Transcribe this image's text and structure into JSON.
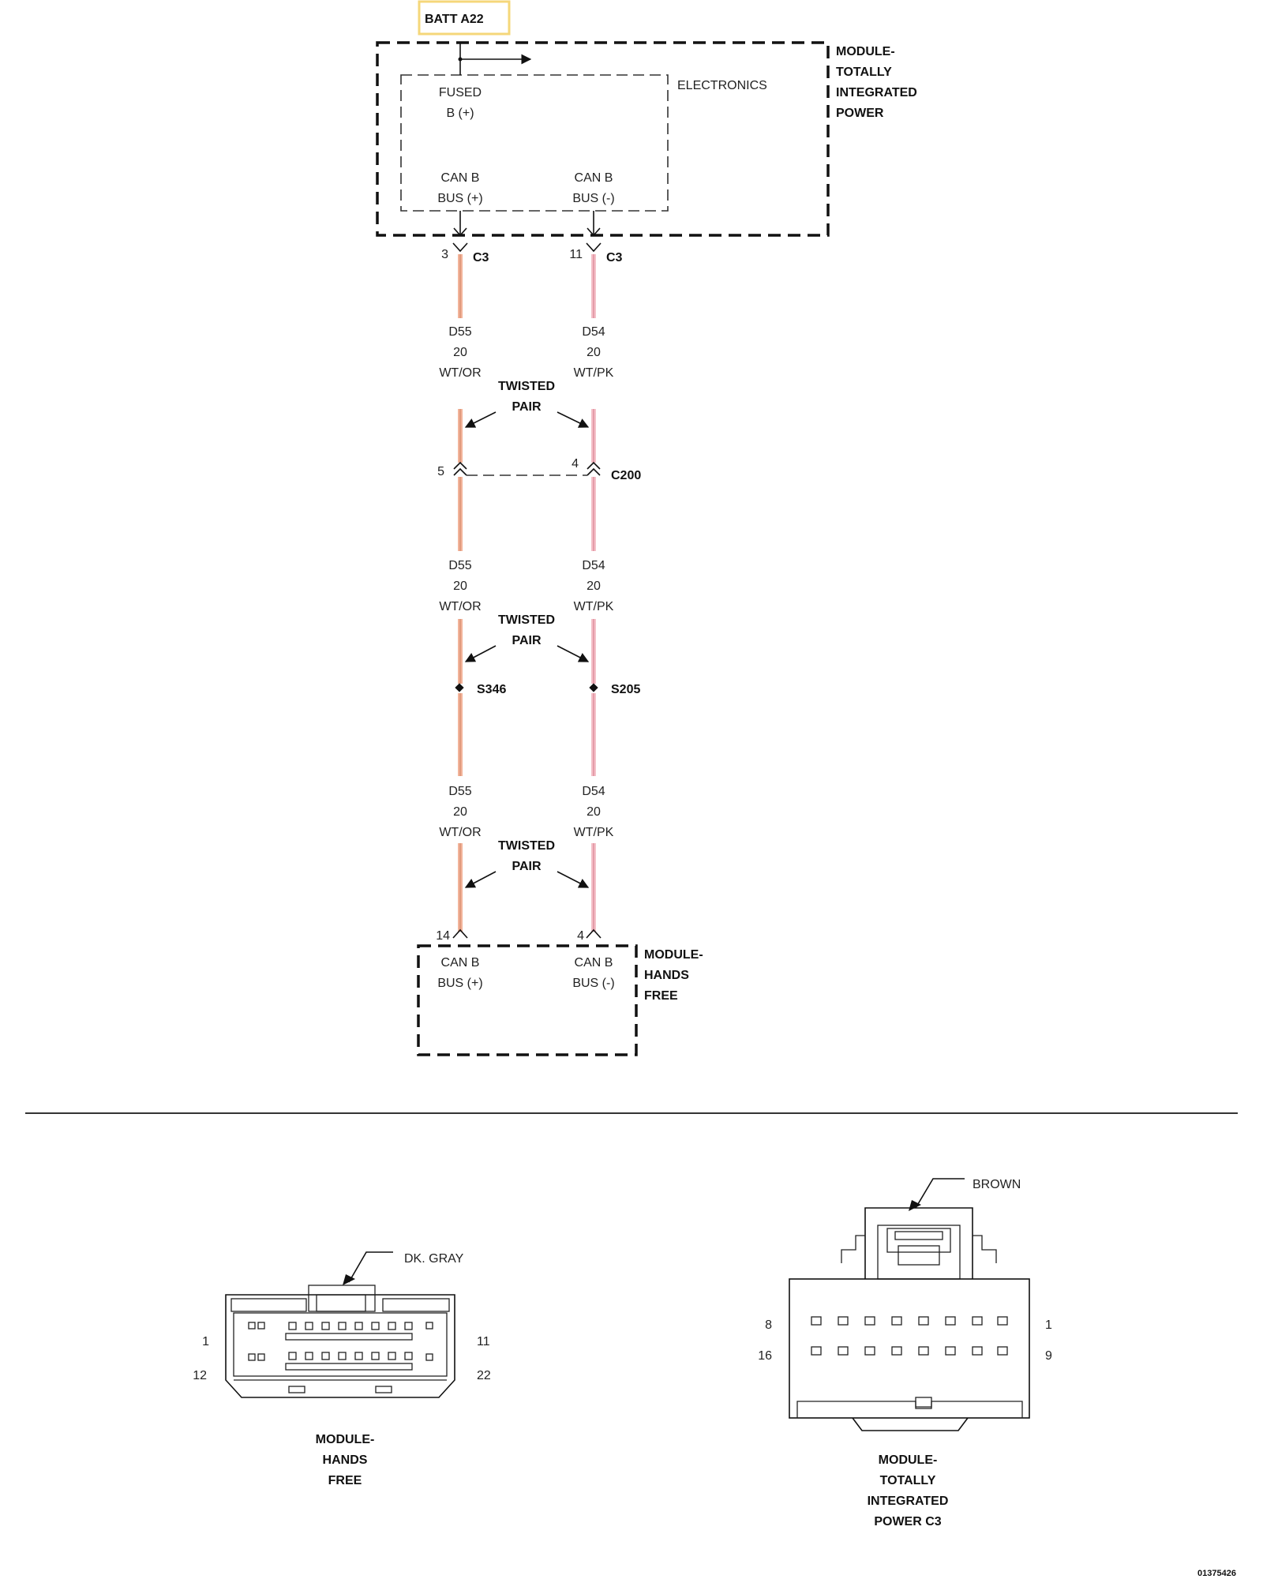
{
  "battery_label": "BATT A22",
  "tip_module": {
    "label_lines": [
      "MODULE-",
      "TOTALLY",
      "INTEGRATED",
      "POWER"
    ],
    "electronics_label": "ELECTRONICS",
    "fused_lines": [
      "FUSED",
      "B (+)"
    ],
    "canb_plus_lines": [
      "CAN B",
      "BUS (+)"
    ],
    "canb_minus_lines": [
      "CAN B",
      "BUS (-)"
    ]
  },
  "connectors": {
    "c3_left_pin": "3",
    "c3_right_pin": "11",
    "c3_name": "C3",
    "c200_left_pin": "5",
    "c200_right_pin": "4",
    "c200_name": "C200",
    "hf_left_pin": "14",
    "hf_right_pin": "4"
  },
  "splices": {
    "left": "S346",
    "right": "S205"
  },
  "wires": {
    "left": {
      "circuit": "D55",
      "gauge": "20",
      "color": "WT/OR"
    },
    "right": {
      "circuit": "D54",
      "gauge": "20",
      "color": "WT/PK"
    },
    "twisted_pair_lines": [
      "TWISTED",
      "PAIR"
    ]
  },
  "hands_free_module": {
    "label_lines": [
      "MODULE-",
      "HANDS",
      "FREE"
    ],
    "canb_plus_lines": [
      "CAN B",
      "BUS (+)"
    ],
    "canb_minus_lines": [
      "CAN B",
      "BUS (-)"
    ]
  },
  "connector_views": {
    "hands_free": {
      "color_label": "DK. GRAY",
      "pin_labels": {
        "top_left": "1",
        "top_right": "11",
        "bottom_left": "12",
        "bottom_right": "22"
      },
      "caption_lines": [
        "MODULE-",
        "HANDS",
        "FREE"
      ]
    },
    "tip_c3": {
      "color_label": "BROWN",
      "pin_labels": {
        "top_left": "8",
        "top_right": "1",
        "bottom_left": "16",
        "bottom_right": "9"
      },
      "caption_lines": [
        "MODULE-",
        "TOTALLY",
        "INTEGRATED",
        "POWER C3"
      ]
    }
  },
  "diagram_id": "01375426",
  "colors": {
    "wire_wt_or": "#f2b49a",
    "wire_wt_pk": "#f4c0c8",
    "battery_box_border": "#f5d77a"
  }
}
